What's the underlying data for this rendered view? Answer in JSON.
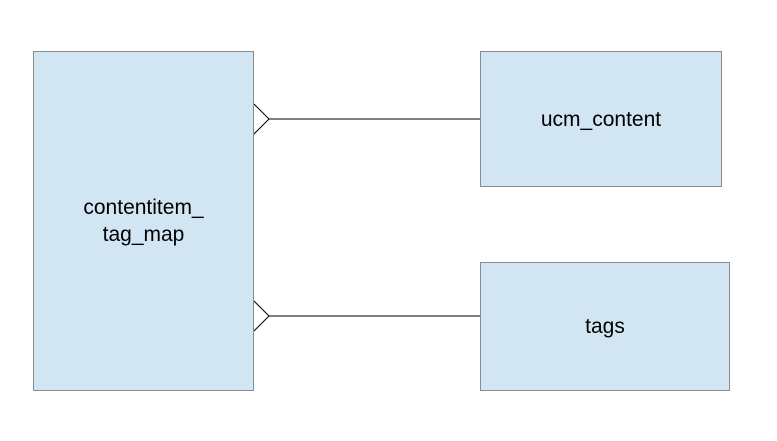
{
  "diagram": {
    "type": "entity-relationship",
    "colors": {
      "entity_fill": "#d1e5f3",
      "entity_border": "#8c8c8c",
      "line": "#000000",
      "background": "#ffffff"
    },
    "entities": [
      {
        "id": "contentitem_tag_map",
        "line1": "contentitem_",
        "line2": "tag_map"
      },
      {
        "id": "ucm_content",
        "label": "ucm_content"
      },
      {
        "id": "tags",
        "label": "tags"
      }
    ],
    "relationships": [
      {
        "from": "contentitem_tag_map",
        "to": "ucm_content",
        "from_end": "crows-foot-many",
        "to_end": "one"
      },
      {
        "from": "contentitem_tag_map",
        "to": "tags",
        "from_end": "crows-foot-many",
        "to_end": "one"
      }
    ]
  }
}
